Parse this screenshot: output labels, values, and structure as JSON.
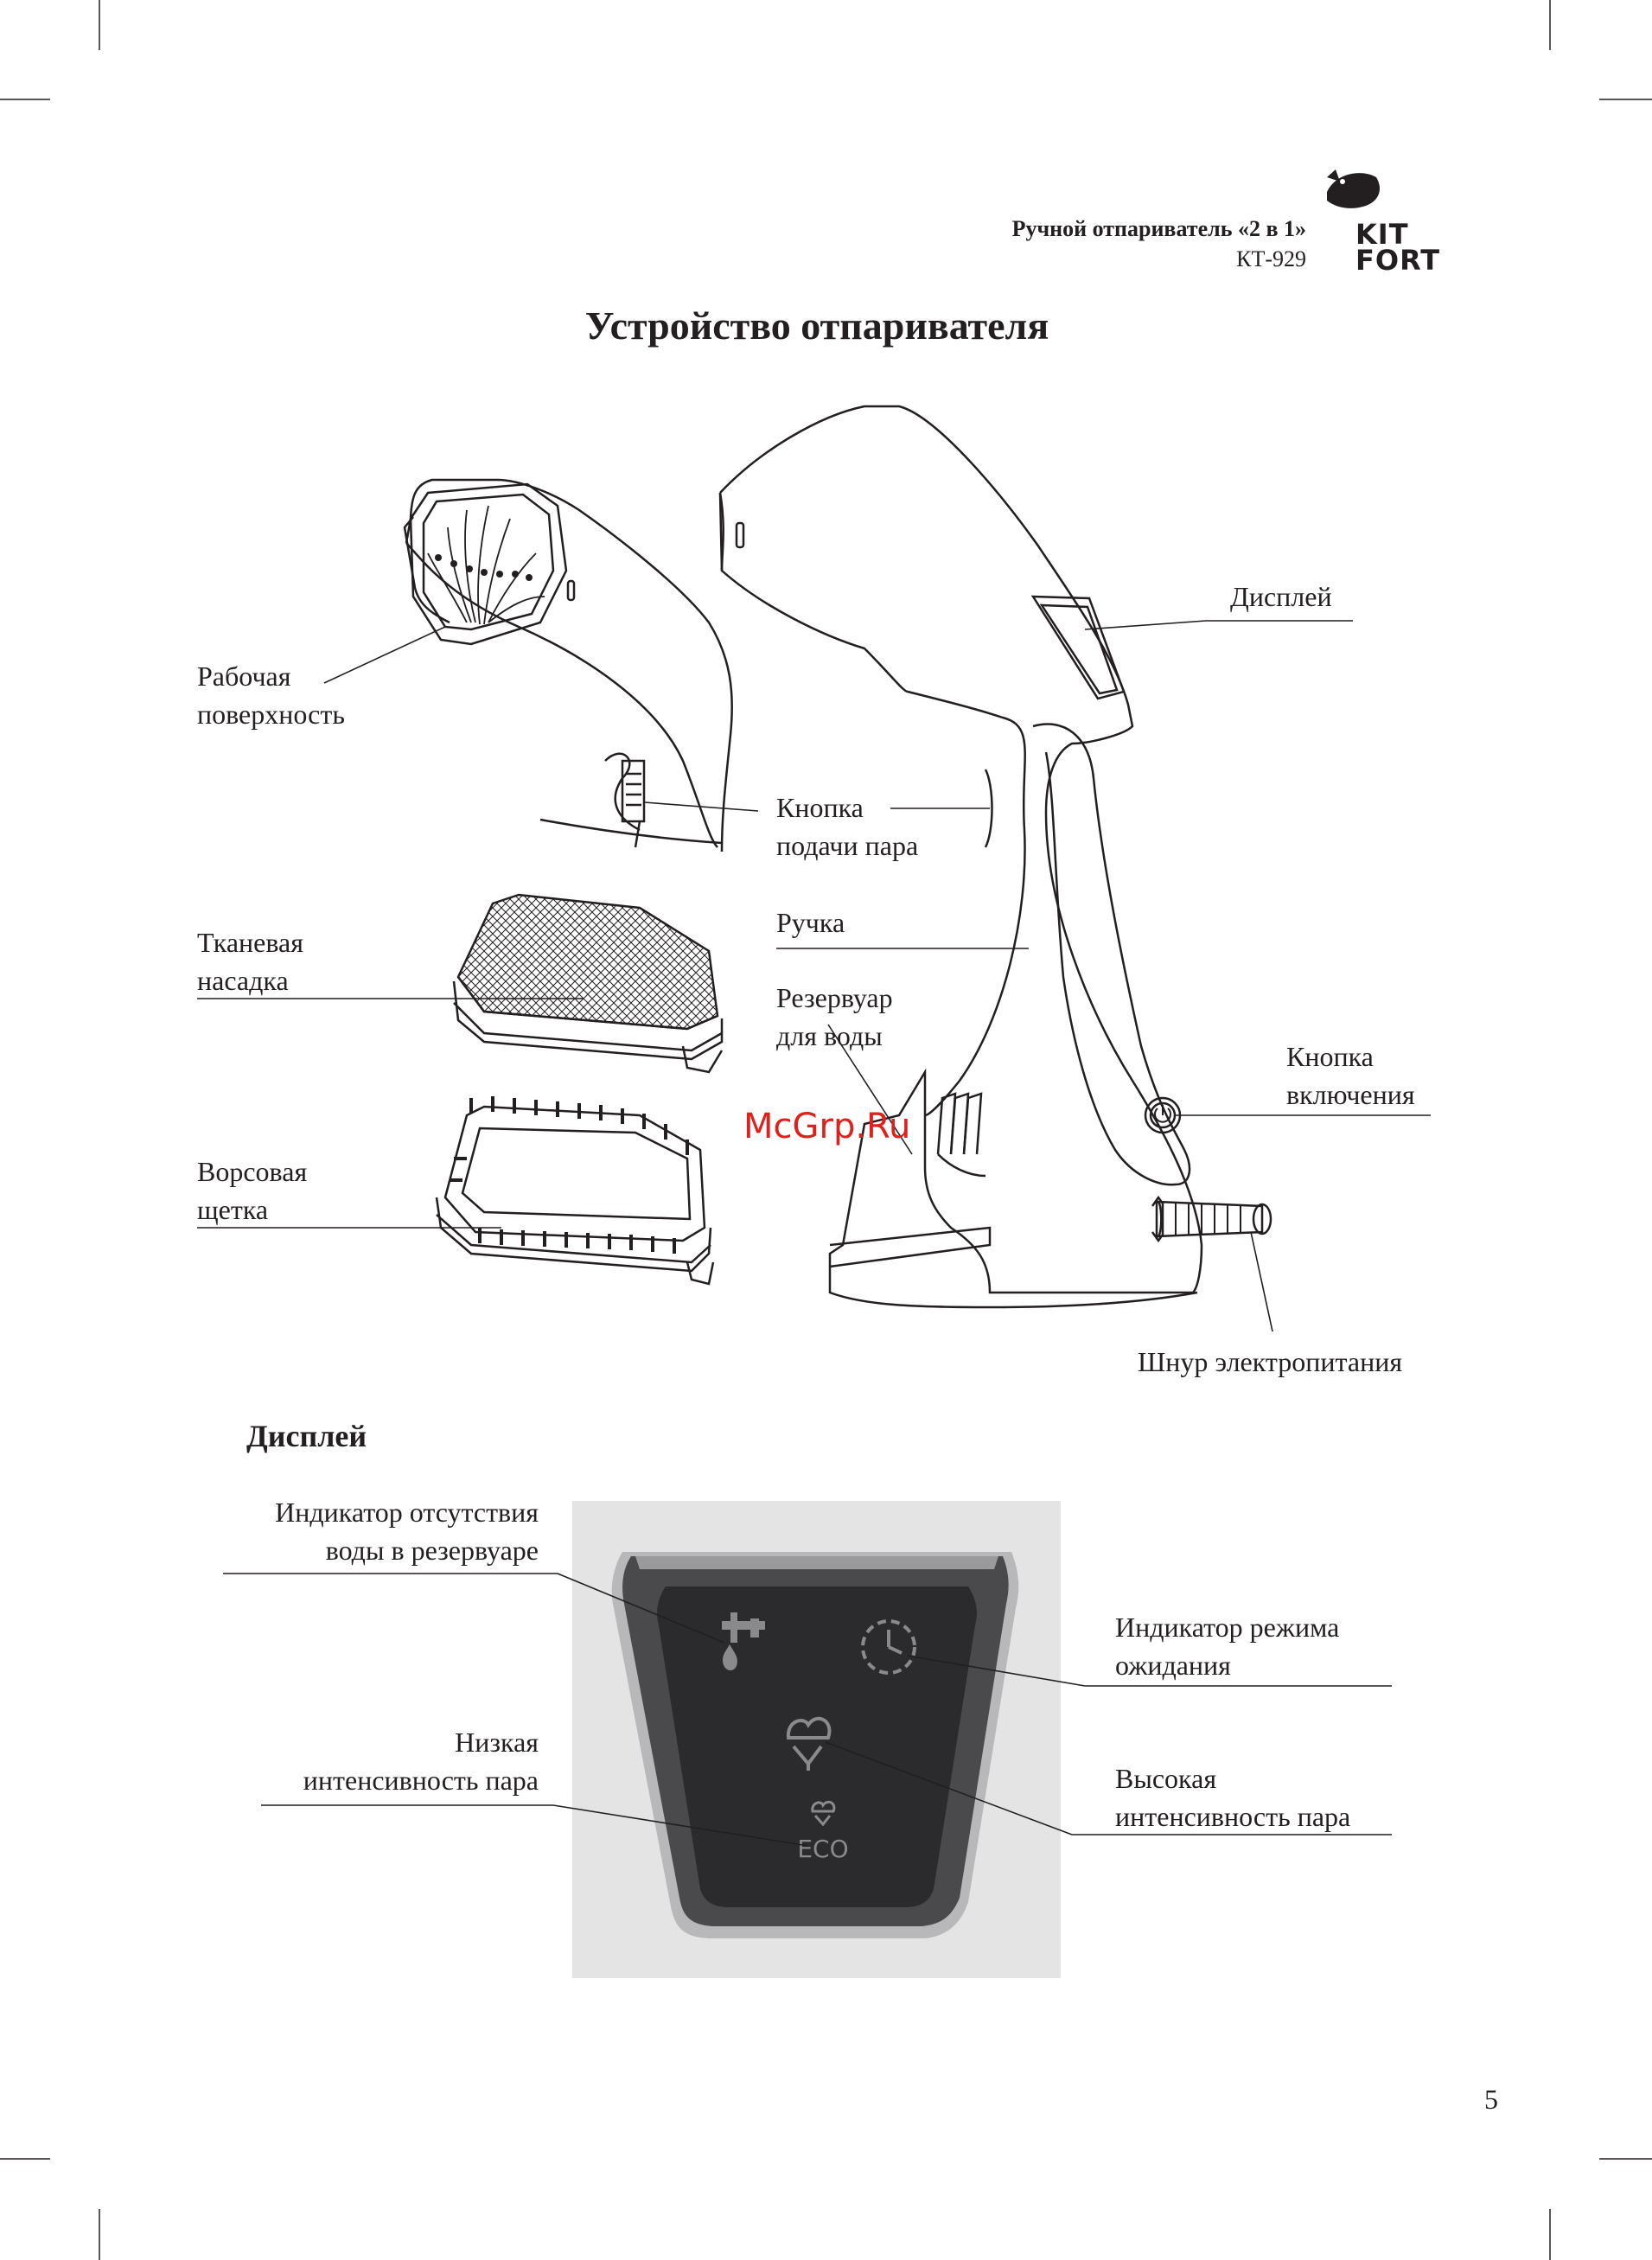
{
  "header": {
    "title": "Ручной отпариватель «2 в 1»",
    "model": "КТ-929",
    "logo_line1": "KIT",
    "logo_line2": "FORT"
  },
  "main_title": "Устройство отпаривателя",
  "callouts": {
    "working_surface": [
      "Рабочая",
      "поверхность"
    ],
    "steam_button": [
      "Кнопка",
      "подачи пара"
    ],
    "fabric_attachment": [
      "Тканевая",
      "насадка"
    ],
    "handle": "Ручка",
    "water_tank": [
      "Резервуар",
      "для воды"
    ],
    "bristle_brush": [
      "Ворсовая",
      "щетка"
    ],
    "display": "Дисплей",
    "power_button": [
      "Кнопка",
      "включения"
    ],
    "power_cord": "Шнур электропитания"
  },
  "display_section": {
    "title": "Дисплей",
    "no_water": [
      "Индикатор отсутствия",
      "воды в резервуаре"
    ],
    "standby": [
      "Индикатор режима",
      "ожидания"
    ],
    "low_steam": [
      "Низкая",
      "интенсивность пара"
    ],
    "high_steam": [
      "Высокая",
      "интенсивность пара"
    ],
    "eco_label": "ECO"
  },
  "watermark": "McGrp.Ru",
  "page_number": "5",
  "colors": {
    "ink": "#231f20",
    "panel_dark": "#2b2b2d",
    "icon_gray": "#8a8a8c",
    "watermark": "#e0201a"
  },
  "icons": [
    "kitfort-whale-logo-icon",
    "faucet-drop-icon",
    "clock-icon",
    "steam-high-icon",
    "steam-eco-icon",
    "power-icon"
  ]
}
